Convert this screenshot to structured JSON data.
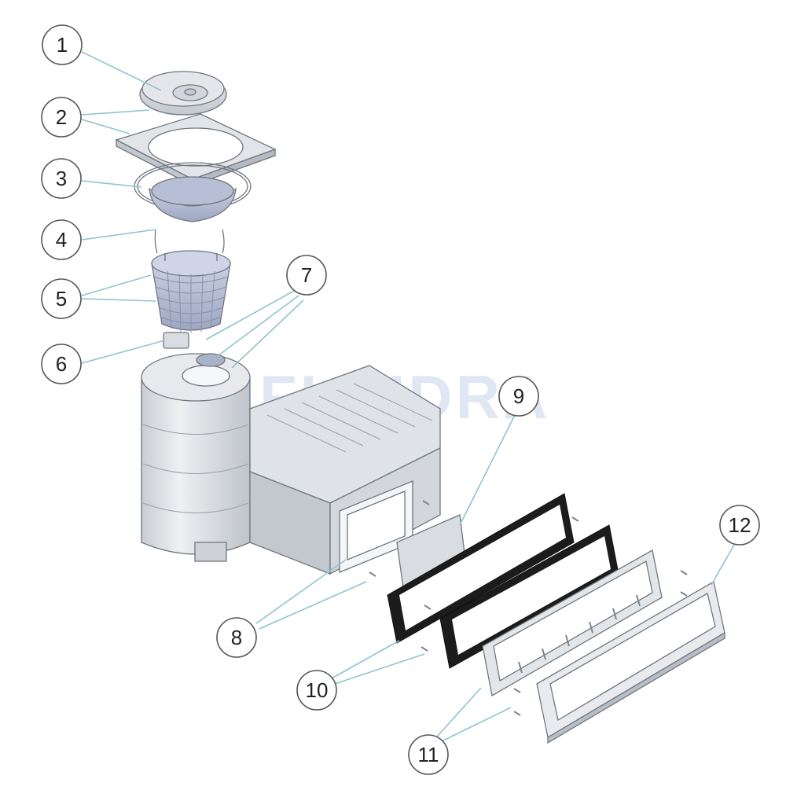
{
  "watermark": "FLUIDRA",
  "callouts": [
    "1",
    "2",
    "3",
    "4",
    "5",
    "6",
    "7",
    "8",
    "9",
    "10",
    "11",
    "12"
  ],
  "colors": {
    "leader": "#8fc4cf",
    "part_fill": "#dfe2e6",
    "part_stroke": "#6f7680",
    "gasket": "#1c1c1c",
    "basket_blue": "#b9c0d6",
    "watermark": "#b8cbe6"
  }
}
